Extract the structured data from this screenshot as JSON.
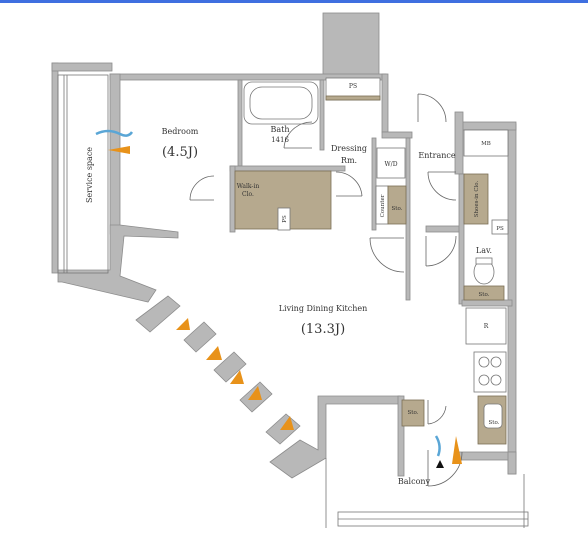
{
  "colors": {
    "top_bar": "#3f6fe0",
    "wall": "#b8b8b8",
    "wall_edge": "#8c8c8c",
    "storage": "#b6a98e",
    "airflow_warm": "#e8921a",
    "airflow_cool": "#5aa6d6",
    "background": "#ffffff"
  },
  "rooms": {
    "bedroom": {
      "name": "Bedroom",
      "size": "(4.5J)"
    },
    "bath": {
      "name": "Bath",
      "code": "1416"
    },
    "dressing": {
      "name_line1": "Dressing",
      "name_line2": "Rm."
    },
    "entrance": {
      "name": "Entrance"
    },
    "ldk": {
      "name": "Living Dining Kitchen",
      "size": "(13.3J)"
    },
    "lav": {
      "name": "Lav."
    },
    "balcony": {
      "name": "Balcony"
    },
    "service_space": {
      "name": "Service space"
    }
  },
  "fixtures": {
    "ps_top": "PS",
    "ps_right": "PS",
    "ps_closet": "PS",
    "mb": "MB",
    "wd": "W/D",
    "walkin_line1": "Walk-in",
    "walkin_line2": "Clo.",
    "counter": "Counter",
    "sto_small": "Sto.",
    "shoes_in": "Shoes-in Clo.",
    "lav_sto": "Sto.",
    "fridge": "R",
    "kitchen_sto": "Sto.",
    "balcony_sto": "Sto."
  },
  "icons": [
    "airflow-arrow-icon",
    "north-marker-icon"
  ]
}
